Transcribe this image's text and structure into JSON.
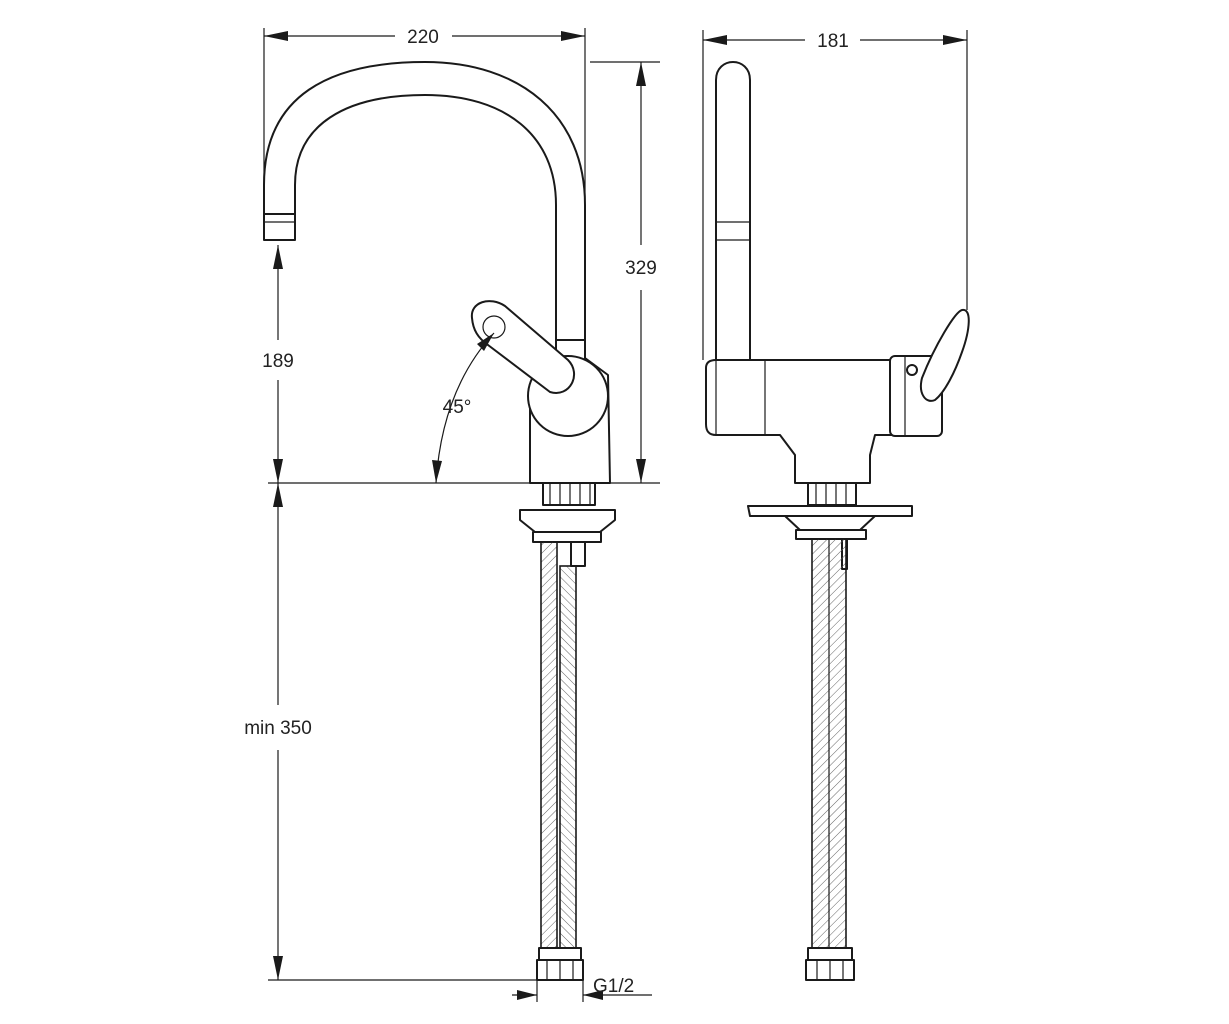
{
  "dimensions": {
    "front_width": "220",
    "side_width": "181",
    "total_height": "329",
    "spout_height": "189",
    "hose_length": "min 350",
    "lever_angle": "45°",
    "thread": "G1/2"
  },
  "colors": {
    "line": "#1a1a1a",
    "background": "#ffffff"
  }
}
